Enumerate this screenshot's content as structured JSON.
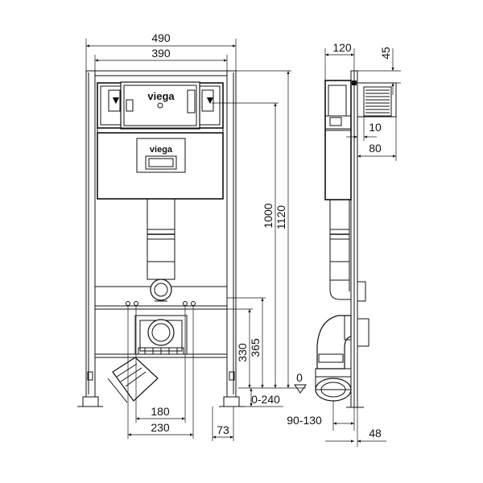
{
  "brand": "viega",
  "front_view": {
    "width_outer": "490",
    "width_inner": "390",
    "height_1000": "1000",
    "height_1120": "1120",
    "height_330": "330",
    "height_365": "365",
    "zero_label": "0",
    "range_0_240": "0-240",
    "drain_180": "180",
    "drain_230": "230",
    "foot_73": "73"
  },
  "side_view": {
    "depth_120": "120",
    "top_45": "45",
    "plate_10": "10",
    "plate_80": "80",
    "range_90_130": "90-130",
    "bottom_48": "48"
  }
}
